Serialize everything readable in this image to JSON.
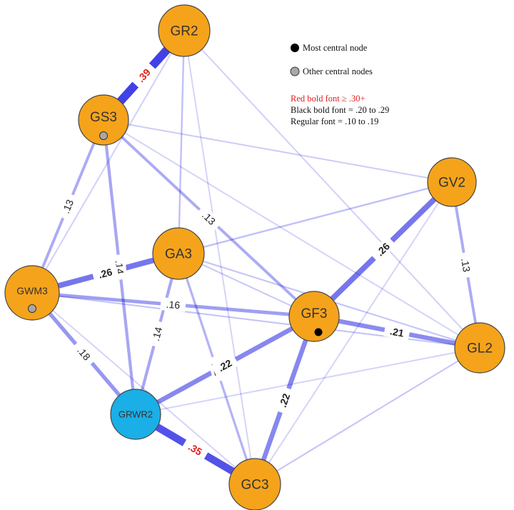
{
  "colors": {
    "node_fill": "#F5A31B",
    "node_stroke": "#444444",
    "highlight_node_fill": "#1AAFE6",
    "edge_color": "#0000DD",
    "strong_label_color": "#E0201E",
    "label_color": "#222222",
    "most_central_marker": "#000000",
    "other_central_marker": "#A8A8A8"
  },
  "legend": {
    "most_central": "Most central node",
    "other_central": "Other central nodes",
    "red_rule": "Red bold font ≥ .30+",
    "black_rule": "Black bold font = .20 to .29",
    "regular_rule": "Regular font = .10 to .19"
  },
  "nodes": [
    {
      "id": "GR2",
      "label": "GR2",
      "highlight": false,
      "central": "none"
    },
    {
      "id": "GS3",
      "label": "GS3",
      "highlight": false,
      "central": "other"
    },
    {
      "id": "GV2",
      "label": "GV2",
      "highlight": false,
      "central": "none"
    },
    {
      "id": "GA3",
      "label": "GA3",
      "highlight": false,
      "central": "none"
    },
    {
      "id": "GWM3",
      "label": "GWM3",
      "highlight": false,
      "central": "other"
    },
    {
      "id": "GF3",
      "label": "GF3",
      "highlight": false,
      "central": "most"
    },
    {
      "id": "GL2",
      "label": "GL2",
      "highlight": false,
      "central": "none"
    },
    {
      "id": "GRWR2",
      "label": "GRWR2",
      "highlight": true,
      "central": "none"
    },
    {
      "id": "GC3",
      "label": "GC3",
      "highlight": false,
      "central": "none"
    }
  ],
  "labeled_edges": [
    {
      "from": "GR2",
      "to": "GS3",
      "weight": 0.39,
      "label": ".39"
    },
    {
      "from": "GS3",
      "to": "GWM3",
      "weight": 0.13,
      "label": ".13"
    },
    {
      "from": "GS3",
      "to": "GRWR2",
      "weight": 0.14,
      "label": ".14"
    },
    {
      "from": "GS3",
      "to": "GF3",
      "weight": 0.13,
      "label": ".13"
    },
    {
      "from": "GWM3",
      "to": "GA3",
      "weight": 0.26,
      "label": ".26"
    },
    {
      "from": "GWM3",
      "to": "GF3",
      "weight": 0.16,
      "label": ".16"
    },
    {
      "from": "GWM3",
      "to": "GRWR2",
      "weight": 0.18,
      "label": ".18"
    },
    {
      "from": "GA3",
      "to": "GRWR2",
      "weight": 0.14,
      "label": ".14"
    },
    {
      "from": "GA3",
      "to": "GC3",
      "weight": 0.11,
      "label": ".11"
    },
    {
      "from": "GV2",
      "to": "GF3",
      "weight": 0.26,
      "label": ".26"
    },
    {
      "from": "GV2",
      "to": "GL2",
      "weight": 0.13,
      "label": ".13"
    },
    {
      "from": "GF3",
      "to": "GL2",
      "weight": 0.21,
      "label": ".21"
    },
    {
      "from": "GF3",
      "to": "GRWR2",
      "weight": 0.22,
      "label": ".22"
    },
    {
      "from": "GF3",
      "to": "GC3",
      "weight": 0.22,
      "label": ".22"
    },
    {
      "from": "GRWR2",
      "to": "GC3",
      "weight": 0.35,
      "label": ".35"
    }
  ],
  "unlabeled_edges": [
    {
      "from": "GR2",
      "to": "GA3",
      "weight": 0.08
    },
    {
      "from": "GR2",
      "to": "GL2",
      "weight": 0.04
    },
    {
      "from": "GR2",
      "to": "GWM3",
      "weight": 0.04
    },
    {
      "from": "GR2",
      "to": "GC3",
      "weight": 0.03
    },
    {
      "from": "GS3",
      "to": "GV2",
      "weight": 0.05
    },
    {
      "from": "GS3",
      "to": "GL2",
      "weight": 0.03
    },
    {
      "from": "GA3",
      "to": "GV2",
      "weight": 0.08
    },
    {
      "from": "GA3",
      "to": "GL2",
      "weight": 0.07
    },
    {
      "from": "GA3",
      "to": "GF3",
      "weight": 0.06
    },
    {
      "from": "GWM3",
      "to": "GL2",
      "weight": 0.07
    },
    {
      "from": "GWM3",
      "to": "GC3",
      "weight": 0.03
    },
    {
      "from": "GV2",
      "to": "GC3",
      "weight": 0.03
    },
    {
      "from": "GL2",
      "to": "GC3",
      "weight": 0.07
    },
    {
      "from": "GL2",
      "to": "GRWR2",
      "weight": 0.03
    }
  ]
}
